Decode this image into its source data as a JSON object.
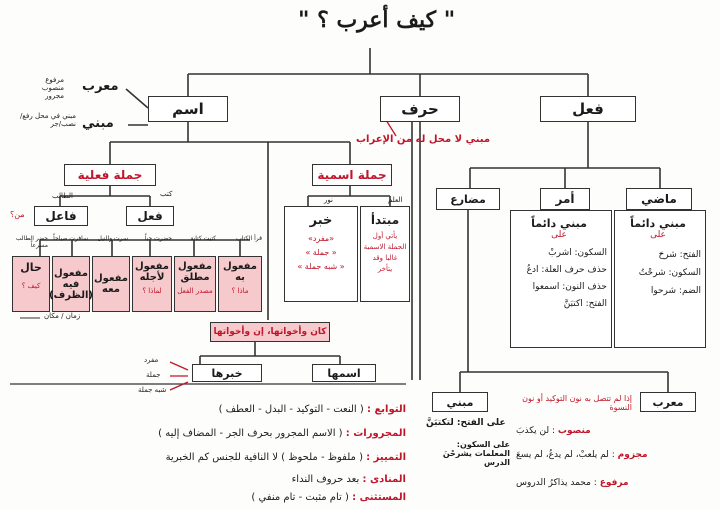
{
  "title": "\" كيف أعرب ؟ \"",
  "top": {
    "ism": "اسم",
    "harf": "حرف",
    "fil": "فعل",
    "harf_note": "مبني لا محل له من الإعراب",
    "murab": "معرب",
    "murab_types": "مرفوع منصوب مجرور",
    "mabni": "مبني",
    "mabni_note": "مبني في محل رفع/نصب/جر"
  },
  "ism_branches": {
    "fi3liya": "جملة فعلية",
    "ismiya": "جملة اسمية",
    "fail": "فاعل",
    "fail_q": "من؟",
    "fail_hint": "الطالب",
    "fil": "فعل",
    "fil_hint": "كتب",
    "mubtada": "مبتدأ",
    "mubtada_hint": "العلم",
    "mubtada_note1": "يأتي أول",
    "mubtada_note2": "الجملة الاسمية",
    "mubtada_note3": "غالبا وقد",
    "mubtada_note4": "يتأخر",
    "khabar": "خبر",
    "khabar_hint": "نور",
    "khabar_note1": "«مفرد»",
    "khabar_note2": "« جملة »",
    "khabar_note3": "« شبه جملة »"
  },
  "objects": [
    {
      "label": "حال",
      "q": "كيف ؟",
      "hint": "حضر الطالب مسرعاً"
    },
    {
      "label": "مفعول فيه (الظرف)",
      "q": "",
      "hint": "سافرت صباحاً"
    },
    {
      "label": "مفعول معه",
      "q": "",
      "hint": "سرت والنيل"
    },
    {
      "label": "مفعول لأجله",
      "q": "لماذا ؟",
      "hint": "حضرت حباً"
    },
    {
      "label": "مفعول مطلق",
      "q": "مصدر الفعل",
      "hint": "كتبت كتابة"
    },
    {
      "label": "مفعول به",
      "q": "ماذا ؟",
      "hint": "قرأ الكتاب"
    }
  ],
  "object_note": "زمان / مكان",
  "kana": {
    "title": "كان وأخواتها، إن وأخواتها",
    "khabar": "خبرها",
    "ism": "اسمها",
    "types": [
      "مفرد",
      "جملة",
      "شبه جملة"
    ]
  },
  "fil_branches": {
    "madi": "ماضي",
    "amr": "أمر",
    "mudari": "مضارع",
    "madi_mabni": "مبني دائماً",
    "on": "على",
    "madi_items": [
      "الفتح: شرحَ",
      "السكون: شرحْتُ",
      "الضم: شرحوا"
    ],
    "amr_mabni": "مبني دائماً",
    "amr_items": [
      "السكون: اشربْ",
      "حذف حرف العلة: ادعُ",
      "حذف النون: اسمعوا",
      "الفتح: اكتبَنَّ"
    ]
  },
  "mudari": {
    "murab": "معرب",
    "murab_cond": "إذا لم تتصل به نون التوكيد أو نون النسوة",
    "mabni": "مبني",
    "mabni_fath": "على الفتح: لتكتبَنَّ",
    "mabni_sukun": "على السكون: المعلمات يشرحْنَ الدرس",
    "cases": [
      {
        "k": "منصوب",
        "v": ": لن يكذبَ"
      },
      {
        "k": "مجزوم",
        "v": ": لم يلعبْ، لم يدعُ، لم يسعَ"
      },
      {
        "k": "مرفوع",
        "v": ": محمد يذاكرُ الدروس"
      }
    ]
  },
  "list": [
    {
      "k": "التوابع :",
      "v": "( النعت - التوكيد - البدل - العطف )"
    },
    {
      "k": "المجرورات :",
      "v": "( الاسم المجرور بحرف الجر - المضاف إليه )"
    },
    {
      "k": "التمييز :",
      "v": "( ملفوظ - ملحوظ )  لا النافية للجنس كم الخبرية"
    },
    {
      "k": "المنادى :",
      "v": "بعد حروف النداء"
    },
    {
      "k": "المستثنى :",
      "v": "( تام مثبت - تام منفي )"
    }
  ],
  "colors": {
    "accent": "#c0152a",
    "ink": "#1b1b1b",
    "line": "#333333"
  }
}
